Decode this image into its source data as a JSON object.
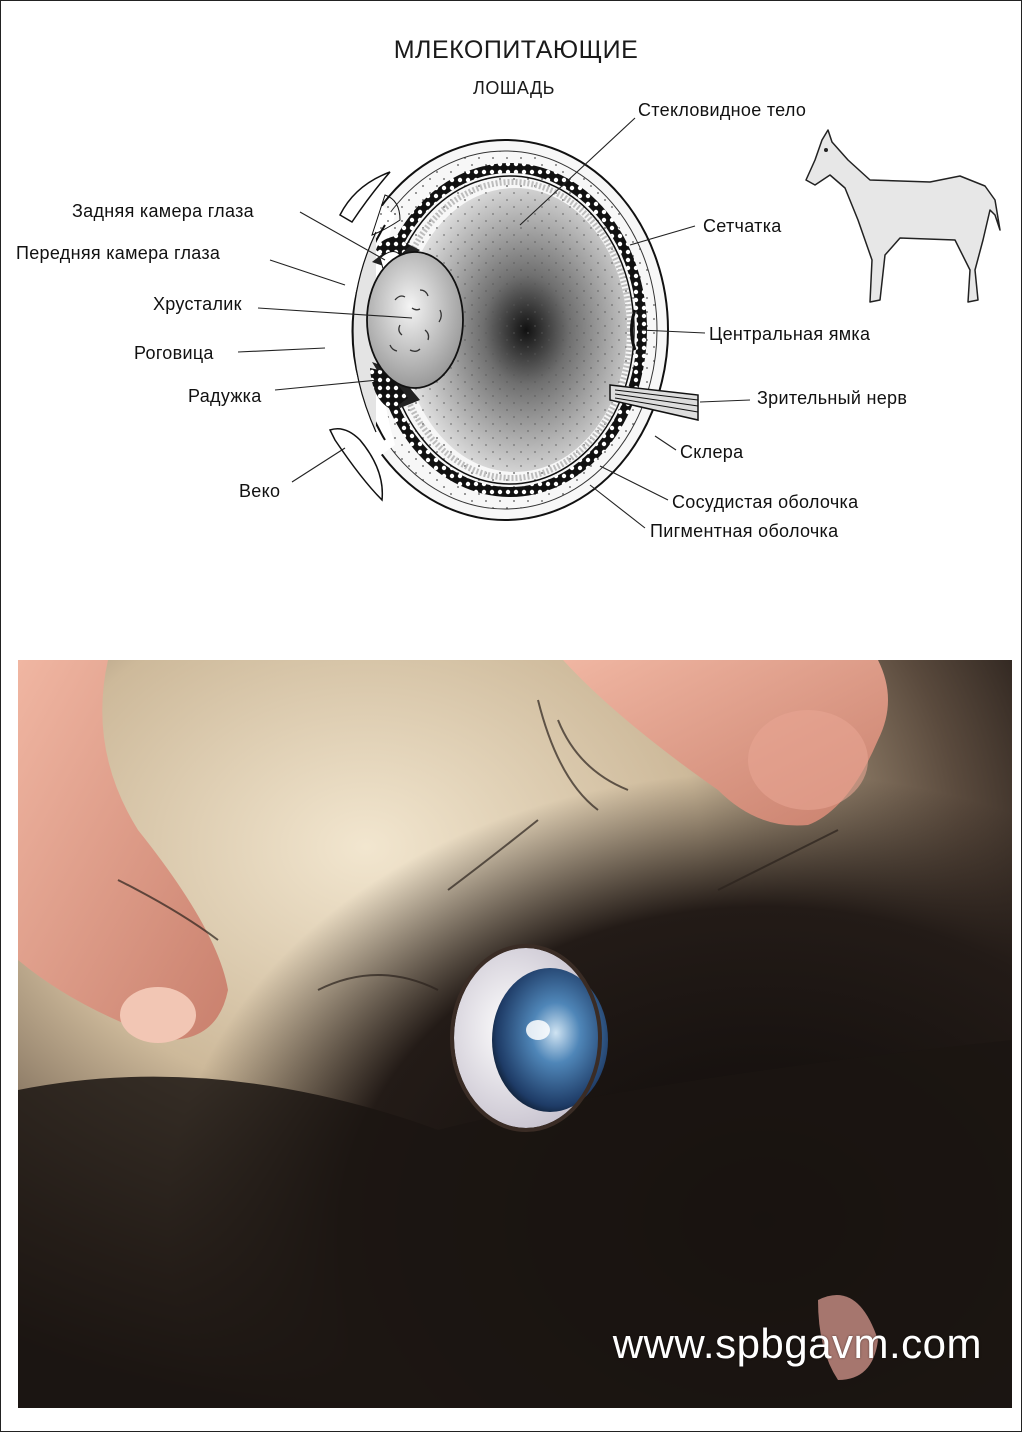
{
  "header": {
    "title": "МЛЕКОПИТАЮЩИЕ",
    "subtitle": "ЛОШАДЬ"
  },
  "labels": {
    "vitreous": "Стекловидное тело",
    "posterior_chamber": "Задняя камера глаза",
    "anterior_chamber": "Передняя камера глаза",
    "lens": "Хрусталик",
    "cornea": "Роговица",
    "iris": "Радужка",
    "eyelid": "Веко",
    "retina": "Сетчатка",
    "fovea": "Центральная ямка",
    "optic_nerve": "Зрительный нерв",
    "sclera": "Склера",
    "choroid": "Сосудистая оболочка",
    "pigment": "Пигментная оболочка"
  },
  "photo": {
    "watermark": "www.spbgavm.com"
  }
}
